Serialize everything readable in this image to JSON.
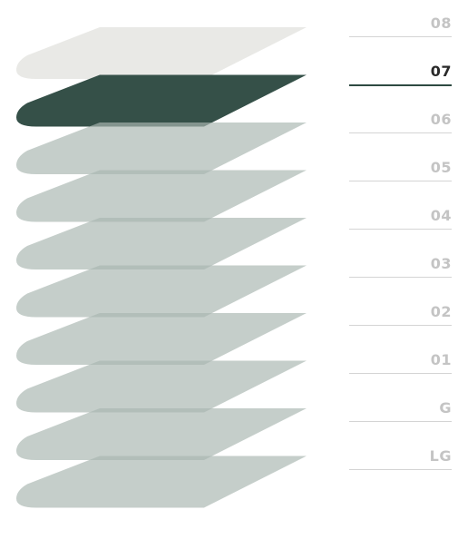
{
  "floor_selector": {
    "selected": "07",
    "floors": [
      {
        "id": "08",
        "label": "08",
        "state": "above"
      },
      {
        "id": "07",
        "label": "07",
        "state": "active"
      },
      {
        "id": "06",
        "label": "06",
        "state": "below"
      },
      {
        "id": "05",
        "label": "05",
        "state": "below"
      },
      {
        "id": "04",
        "label": "04",
        "state": "below"
      },
      {
        "id": "03",
        "label": "03",
        "state": "below"
      },
      {
        "id": "02",
        "label": "02",
        "state": "below"
      },
      {
        "id": "01",
        "label": "01",
        "state": "below"
      },
      {
        "id": "G",
        "label": "G",
        "state": "below"
      },
      {
        "id": "LG",
        "label": "LG",
        "state": "below"
      }
    ]
  },
  "colors": {
    "active_floor": "#2e4a42",
    "above_floor": "#e9e9e6",
    "below_floor": "#a9b7b1",
    "active_label": "#2a2a2a",
    "inactive_label": "#c4c4c4",
    "active_rule": "#2e4a42",
    "inactive_rule": "#d4d4d4"
  }
}
